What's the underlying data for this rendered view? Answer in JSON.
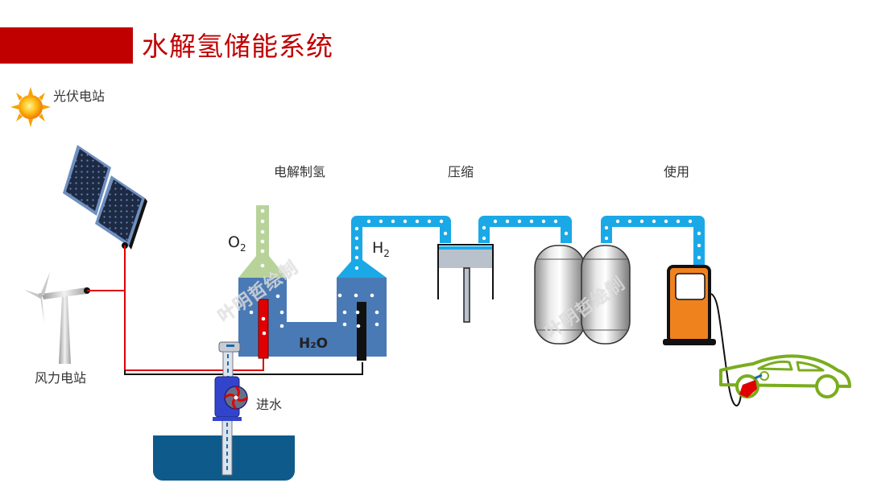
{
  "header": {
    "title": "水解氢储能系统",
    "accent_color": "#c00000"
  },
  "sources": {
    "solar_label": "光伏电站",
    "wind_label": "风力电站"
  },
  "stages": {
    "electrolysis_label": "电解制氢",
    "compression_label": "压缩",
    "usage_label": "使用",
    "water_inlet_label": "进水"
  },
  "chemistry": {
    "oxygen": "O",
    "oxygen_sub": "2",
    "hydrogen": "H",
    "hydrogen_sub": "2",
    "water": "H₂O"
  },
  "watermark": "叶明哲绘制",
  "colors": {
    "hydrogen_pipe": "#1aa9e6",
    "oxygen_pipe": "#b8d39a",
    "electrolyte": "#4a7ab5",
    "positive_wire": "#e00000",
    "negative_wire": "#111111",
    "pump_body": "#3344cc",
    "dispenser": "#f0821e",
    "car_outline": "#7aad1e",
    "reservoir": "#0e5a8a"
  }
}
